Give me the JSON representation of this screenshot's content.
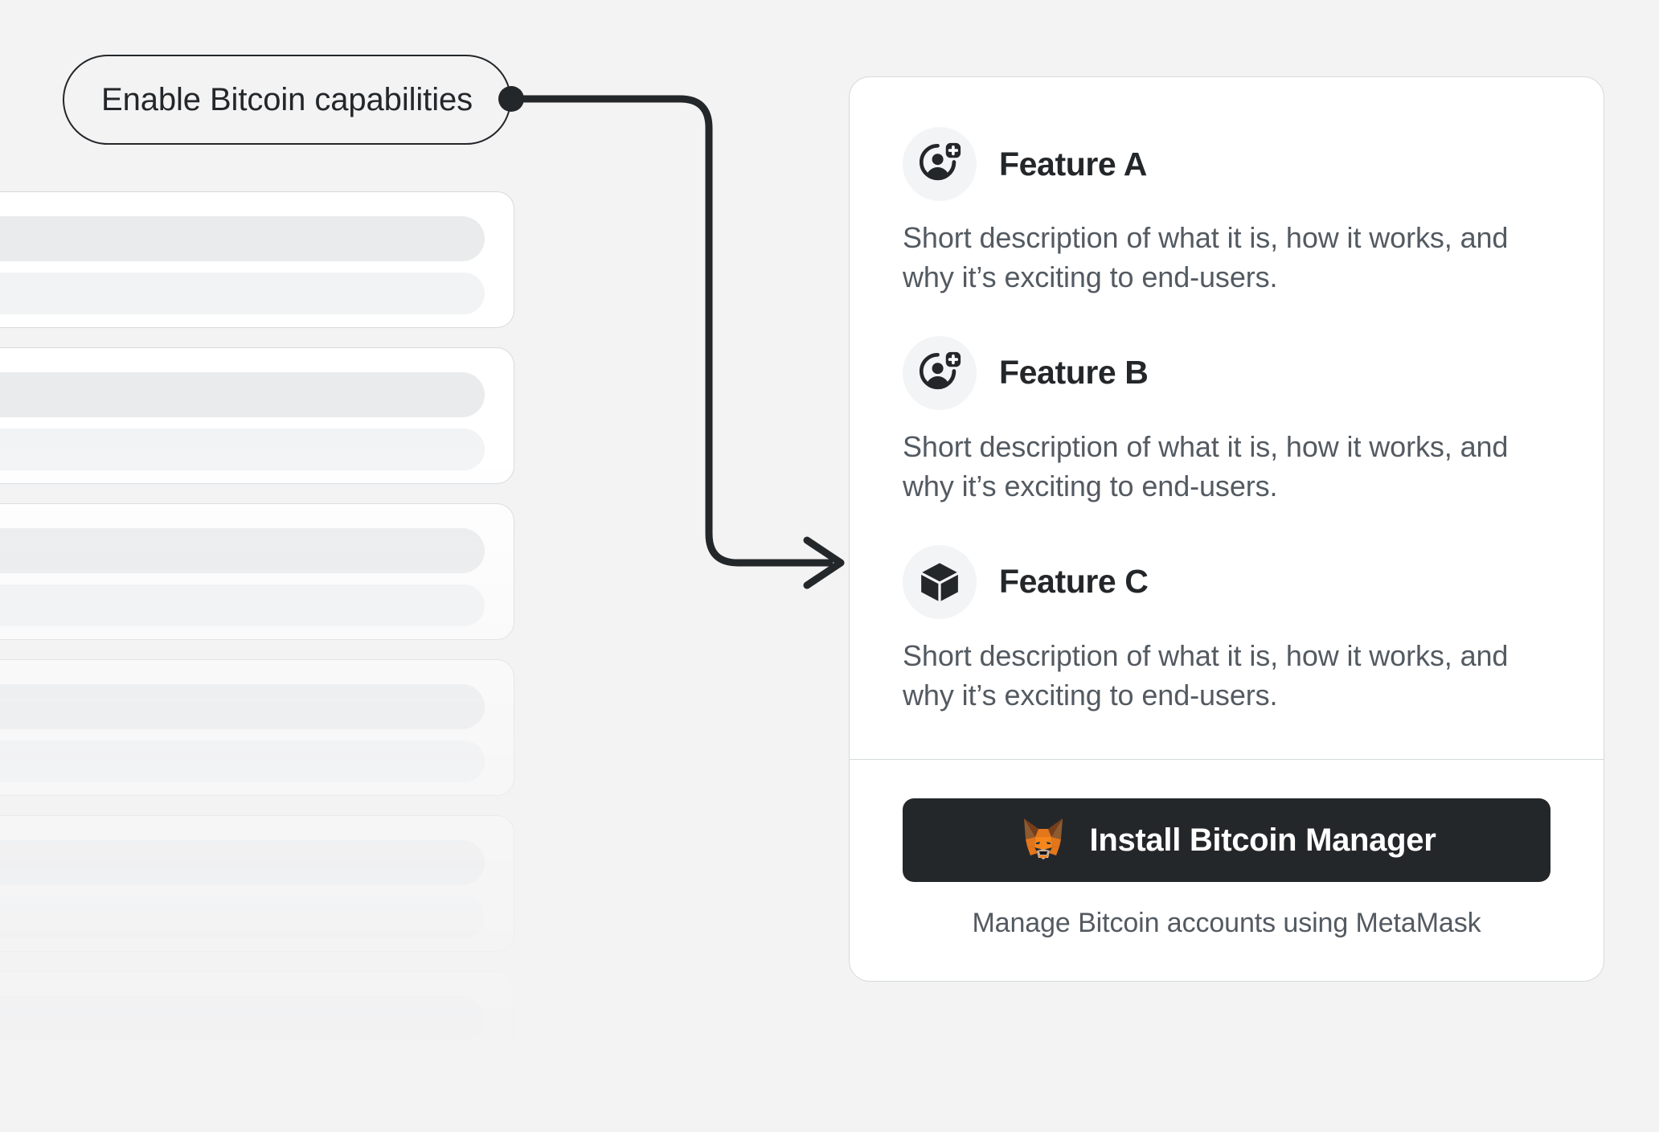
{
  "theme": {
    "background": "#F3F3F4",
    "card_background": "#FFFFFF",
    "border": "#D6D9DC",
    "text_primary": "#24272A",
    "text_secondary": "#535A61",
    "button_background": "#24272A",
    "button_text": "#FFFFFF",
    "icon_circle": "#F2F4F6",
    "connector": "#24272A",
    "metamask_orange": "#E2761B",
    "metamask_orange_light": "#F6851B",
    "metamask_brown": "#763E1A",
    "metamask_cream": "#C0AD9E"
  },
  "annotation": {
    "label": "Enable Bitcoin capabilities",
    "connector_dot": "connector-dot",
    "arrow": "elbow-arrow-right"
  },
  "skeleton": {
    "card_count": 6,
    "bars_per_card": 2
  },
  "card": {
    "features": [
      {
        "icon": "add-user-icon",
        "title": "Feature A",
        "description": "Short description of what it is, how it works, and why it’s exciting to end-users."
      },
      {
        "icon": "add-user-icon",
        "title": "Feature B",
        "description": "Short description of what it is, how it works, and why it’s exciting to end-users."
      },
      {
        "icon": "cube-icon",
        "title": "Feature C",
        "description": "Short description of what it is, how it works, and why it’s exciting to end-users."
      }
    ],
    "footer": {
      "install_icon": "metamask-fox-icon",
      "install_label": "Install Bitcoin Manager",
      "caption": "Manage Bitcoin accounts using MetaMask"
    }
  }
}
